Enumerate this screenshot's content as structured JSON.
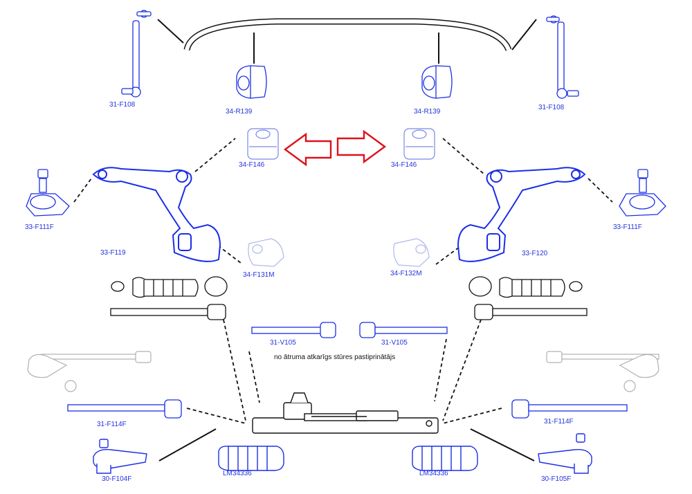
{
  "labels": {
    "link_left": "31-F108",
    "link_right": "31-F108",
    "bush_bar_left": "34-R139",
    "bush_bar_right": "34-R139",
    "bush_front_left": "34-F146",
    "bush_front_right": "34-F146",
    "ball_joint_left": "33-F111F",
    "ball_joint_right": "33-F111F",
    "arm_left": "33-F119",
    "arm_right": "33-F120",
    "bush_rear_left": "34-F131M",
    "bush_rear_right": "34-F132M",
    "inner_rod_left": "31-V105",
    "inner_rod_right": "31-V105",
    "tie_rod_left": "31-F114F",
    "tie_rod_right": "31-F114F",
    "tie_end_left": "30-F104F",
    "tie_end_right": "30-F105F",
    "boot_left": "LM34336",
    "boot_right": "LM34336"
  },
  "note": "no ātruma atkarīgs stūres pastiprinātājs",
  "colors": {
    "part_line": "#1a2ee6",
    "part_fill": "#ffffff",
    "ghost_line": "#b0b8e8",
    "grey_line": "#b0b0b0",
    "arrow_red": "#e0101a",
    "leader": "#111111",
    "label": "#2233dd"
  }
}
